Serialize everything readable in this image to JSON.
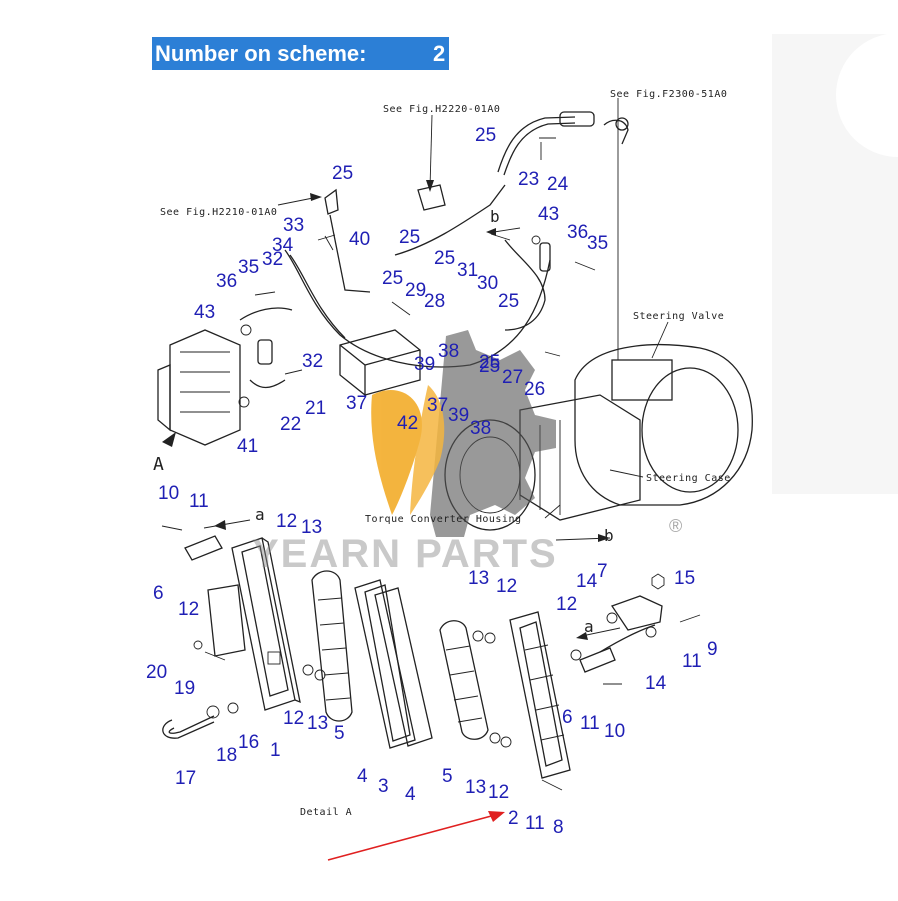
{
  "title": {
    "label": "Number on scheme:",
    "number": "2"
  },
  "references": {
    "h2220": "See Fig.H2220-01A0",
    "f2300": "See Fig.F2300-51A0",
    "h2210": "See Fig.H2210-01A0",
    "steering_valve": "Steering Valve",
    "steering_case": "Steering Case",
    "torque_converter": "Torque Converter Housing",
    "detail": "Detail A",
    "view_a": "A",
    "point_a": "a",
    "point_b": "b"
  },
  "watermark": {
    "text": "YEARN PARTS",
    "registered": "®"
  },
  "callouts": {
    "c1": "25",
    "c2": "23",
    "c3": "24",
    "c4": "25",
    "c5": "25",
    "c6": "40",
    "c7": "43",
    "c8": "36",
    "c9": "35",
    "c10": "25",
    "c11": "33",
    "c12": "34",
    "c13": "32",
    "c14": "25",
    "c15": "31",
    "c16": "30",
    "c17": "36",
    "c18": "35",
    "c19": "25",
    "c20": "29",
    "c21": "28",
    "c22": "25",
    "c23": "43",
    "c24": "32",
    "c25": "39",
    "c26": "38",
    "c27": "25",
    "c28": "27",
    "c29": "26",
    "c30": "37",
    "c31": "42",
    "c32": "37",
    "c33": "39",
    "c34": "38",
    "c35": "22",
    "c36": "21",
    "c37": "41",
    "c38": "10",
    "c39": "11",
    "c40": "6",
    "c41": "12",
    "c42": "12",
    "c43": "13",
    "c44": "13",
    "c45": "12",
    "c46": "15",
    "c47": "14",
    "c48": "7",
    "c49": "12",
    "c50": "11",
    "c51": "9",
    "c52": "20",
    "c53": "19",
    "c54": "14",
    "c55": "12",
    "c56": "13",
    "c57": "5",
    "c58": "6",
    "c59": "11",
    "c60": "10",
    "c61": "17",
    "c62": "18",
    "c63": "16",
    "c64": "1",
    "c65": "4",
    "c66": "3",
    "c67": "4",
    "c68": "5",
    "c69": "13",
    "c70": "12",
    "c71": "2",
    "c72": "11",
    "c73": "8"
  },
  "colors": {
    "callout": "#1f1fb4",
    "title_bg": "#2c7fd6",
    "arrow": "#e02020",
    "logo_gold": "#f2a81d",
    "logo_gray": "#555555"
  }
}
